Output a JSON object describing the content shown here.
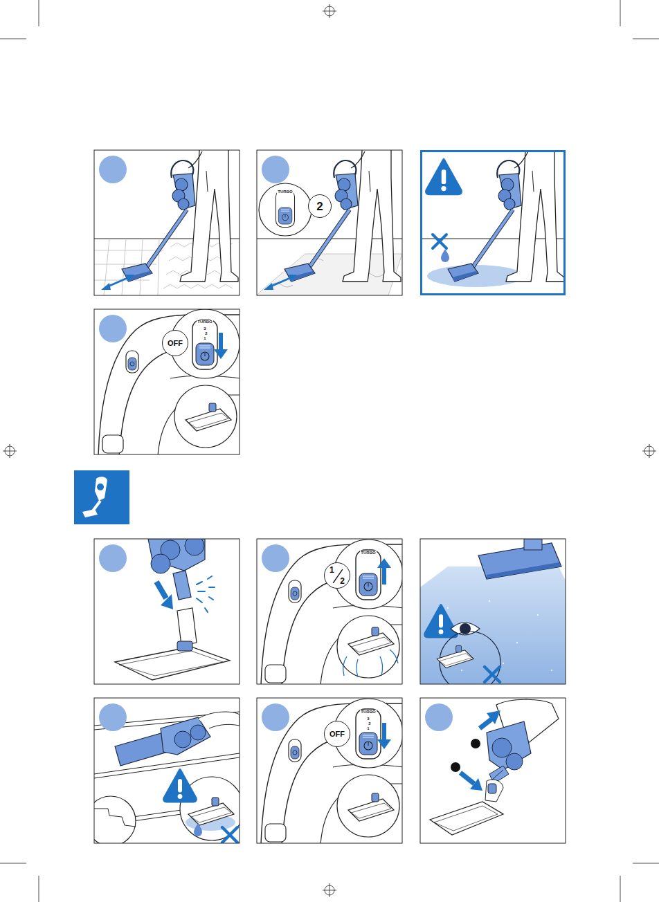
{
  "diagram": {
    "nodes": [
      {
        "text": [
          "2"
        ]
      },
      {
        "text": [
          "OFF"
        ]
      },
      {
        "text": [
          "1",
          "2"
        ]
      },
      {
        "text": [
          "OFF"
        ]
      }
    ],
    "labels": [
      "TURBO",
      "TURBO",
      "3",
      "2",
      "1",
      "TURBO",
      "TURBO",
      "3",
      "2",
      "1"
    ]
  }
}
